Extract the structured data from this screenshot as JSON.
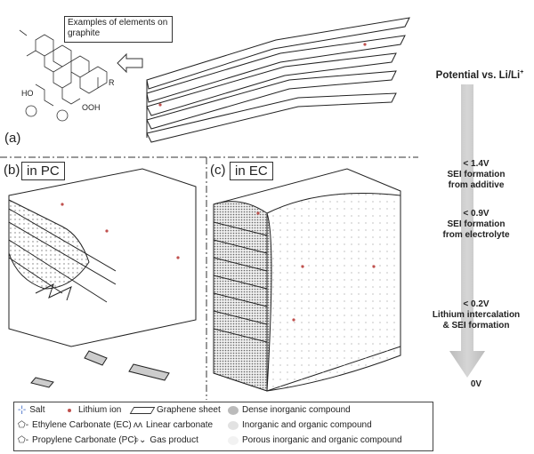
{
  "panel_a": {
    "label": "(a)",
    "example_text": "Examples of elements on graphite",
    "molecule_labels": [
      "HO",
      "OOH",
      "R"
    ]
  },
  "panel_b": {
    "label": "(b)",
    "tag": "in PC"
  },
  "panel_c": {
    "label": "(c)",
    "tag": "in EC"
  },
  "potential_axis": {
    "title": "Potential vs. Li/Li",
    "title_sup": "+",
    "arrow_color": "#c8c8c8",
    "stages": [
      {
        "value": "< 1.4V",
        "line1": "SEI formation",
        "line2": "from additive"
      },
      {
        "value": "< 0.9V",
        "line1": "SEI formation",
        "line2": "from electrolyte"
      },
      {
        "value": "< 0.2V",
        "line1": "Lithium intercalation",
        "line2": "& SEI formation"
      }
    ],
    "end_label": "0V"
  },
  "legend": {
    "items": [
      {
        "icon": "salt-icon",
        "label": "Salt"
      },
      {
        "icon": "lithium-ion-icon",
        "label": "Lithium ion",
        "color": "#c0504d"
      },
      {
        "icon": "graphene-sheet-icon",
        "label": "Graphene sheet"
      },
      {
        "icon": "dense-inorganic-icon",
        "label": "Dense inorganic compound"
      },
      {
        "icon": "ec-icon",
        "label": "Ethylene Carbonate (EC)"
      },
      {
        "icon": "linear-carbonate-icon",
        "label": "Linear carbonate"
      },
      {
        "icon": "inorganic-organic-icon",
        "label": "Inorganic and organic compound"
      },
      {
        "icon": "pc-icon",
        "label": "Propylene Carbonate (PC)"
      },
      {
        "icon": "gas-product-icon",
        "label": "Gas product"
      },
      {
        "icon": "porous-icon",
        "label": "Porous inorganic and organic compound"
      }
    ]
  }
}
